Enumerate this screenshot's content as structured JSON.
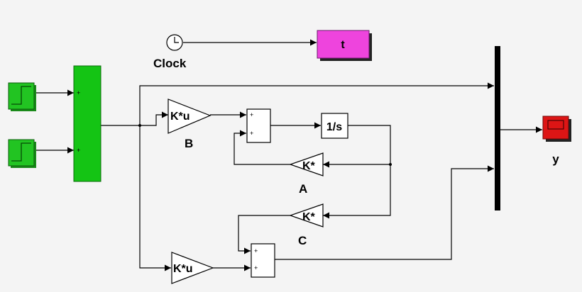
{
  "labels": {
    "clock": "Clock",
    "to_workspace_t": "t",
    "gain_b": "B",
    "gain_a": "A",
    "gain_c": "C",
    "scope": "y"
  },
  "block_text": {
    "gain_b": "K*u",
    "gain_d": "K*u",
    "gain_a": "K*",
    "gain_c": "K*",
    "integrator": "1/s",
    "sum_sign_plus": "+"
  },
  "colors": {
    "background": "#f4f4f4",
    "mux_green": "#14c414",
    "source_green": "#22c422",
    "to_workspace_magenta": "#ee44dd",
    "scope_red": "#dd1515",
    "bus_black": "#000000"
  },
  "icons": {
    "clock": "clock-icon",
    "source": "step-source-icon",
    "scope": "scope-icon"
  }
}
